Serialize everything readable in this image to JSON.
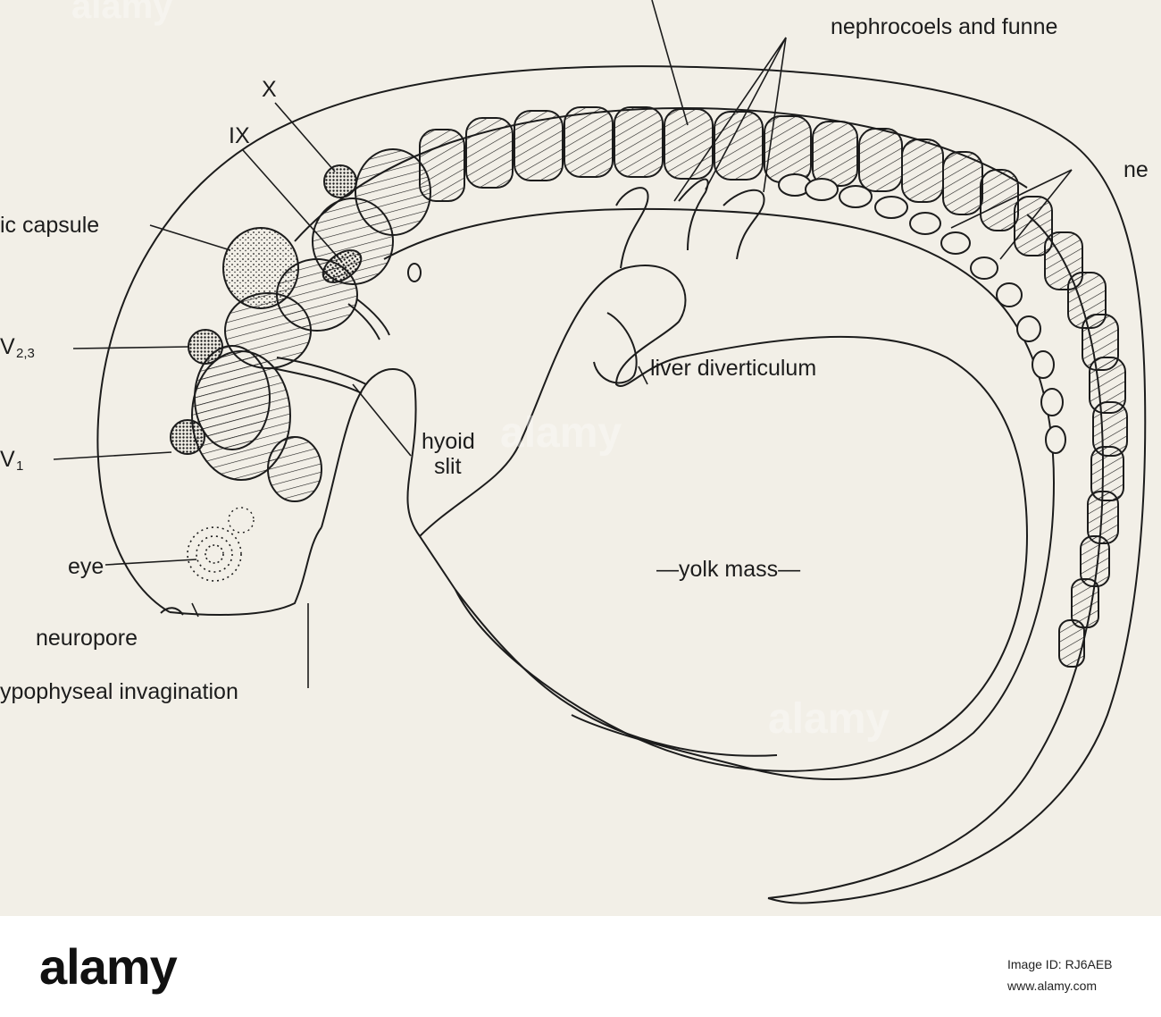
{
  "labels": {
    "x": "X",
    "ix": "IX",
    "otic_capsule": "ic capsule",
    "v23_main": "V",
    "v23_sub": "2,3",
    "v1_main": "V",
    "v1_sub": "1",
    "eye": "eye",
    "neuropore": "neuropore",
    "hypophyseal": "ypophyseal invagination",
    "hyoid_1": "hyoid",
    "hyoid_2": "slit",
    "liver": "liver diverticulum",
    "yolk": "—yolk mass—",
    "nephrocoels": "nephrocoels and funne",
    "ne": "ne"
  },
  "watermark": "alamy",
  "footer": {
    "logo": "alamy",
    "image_id": "Image ID: RJ6AEB",
    "url": "www.alamy.com"
  },
  "colors": {
    "paper": "#f2efe7",
    "ink": "#1c1c1c",
    "footer_bg": "#ffffff"
  }
}
